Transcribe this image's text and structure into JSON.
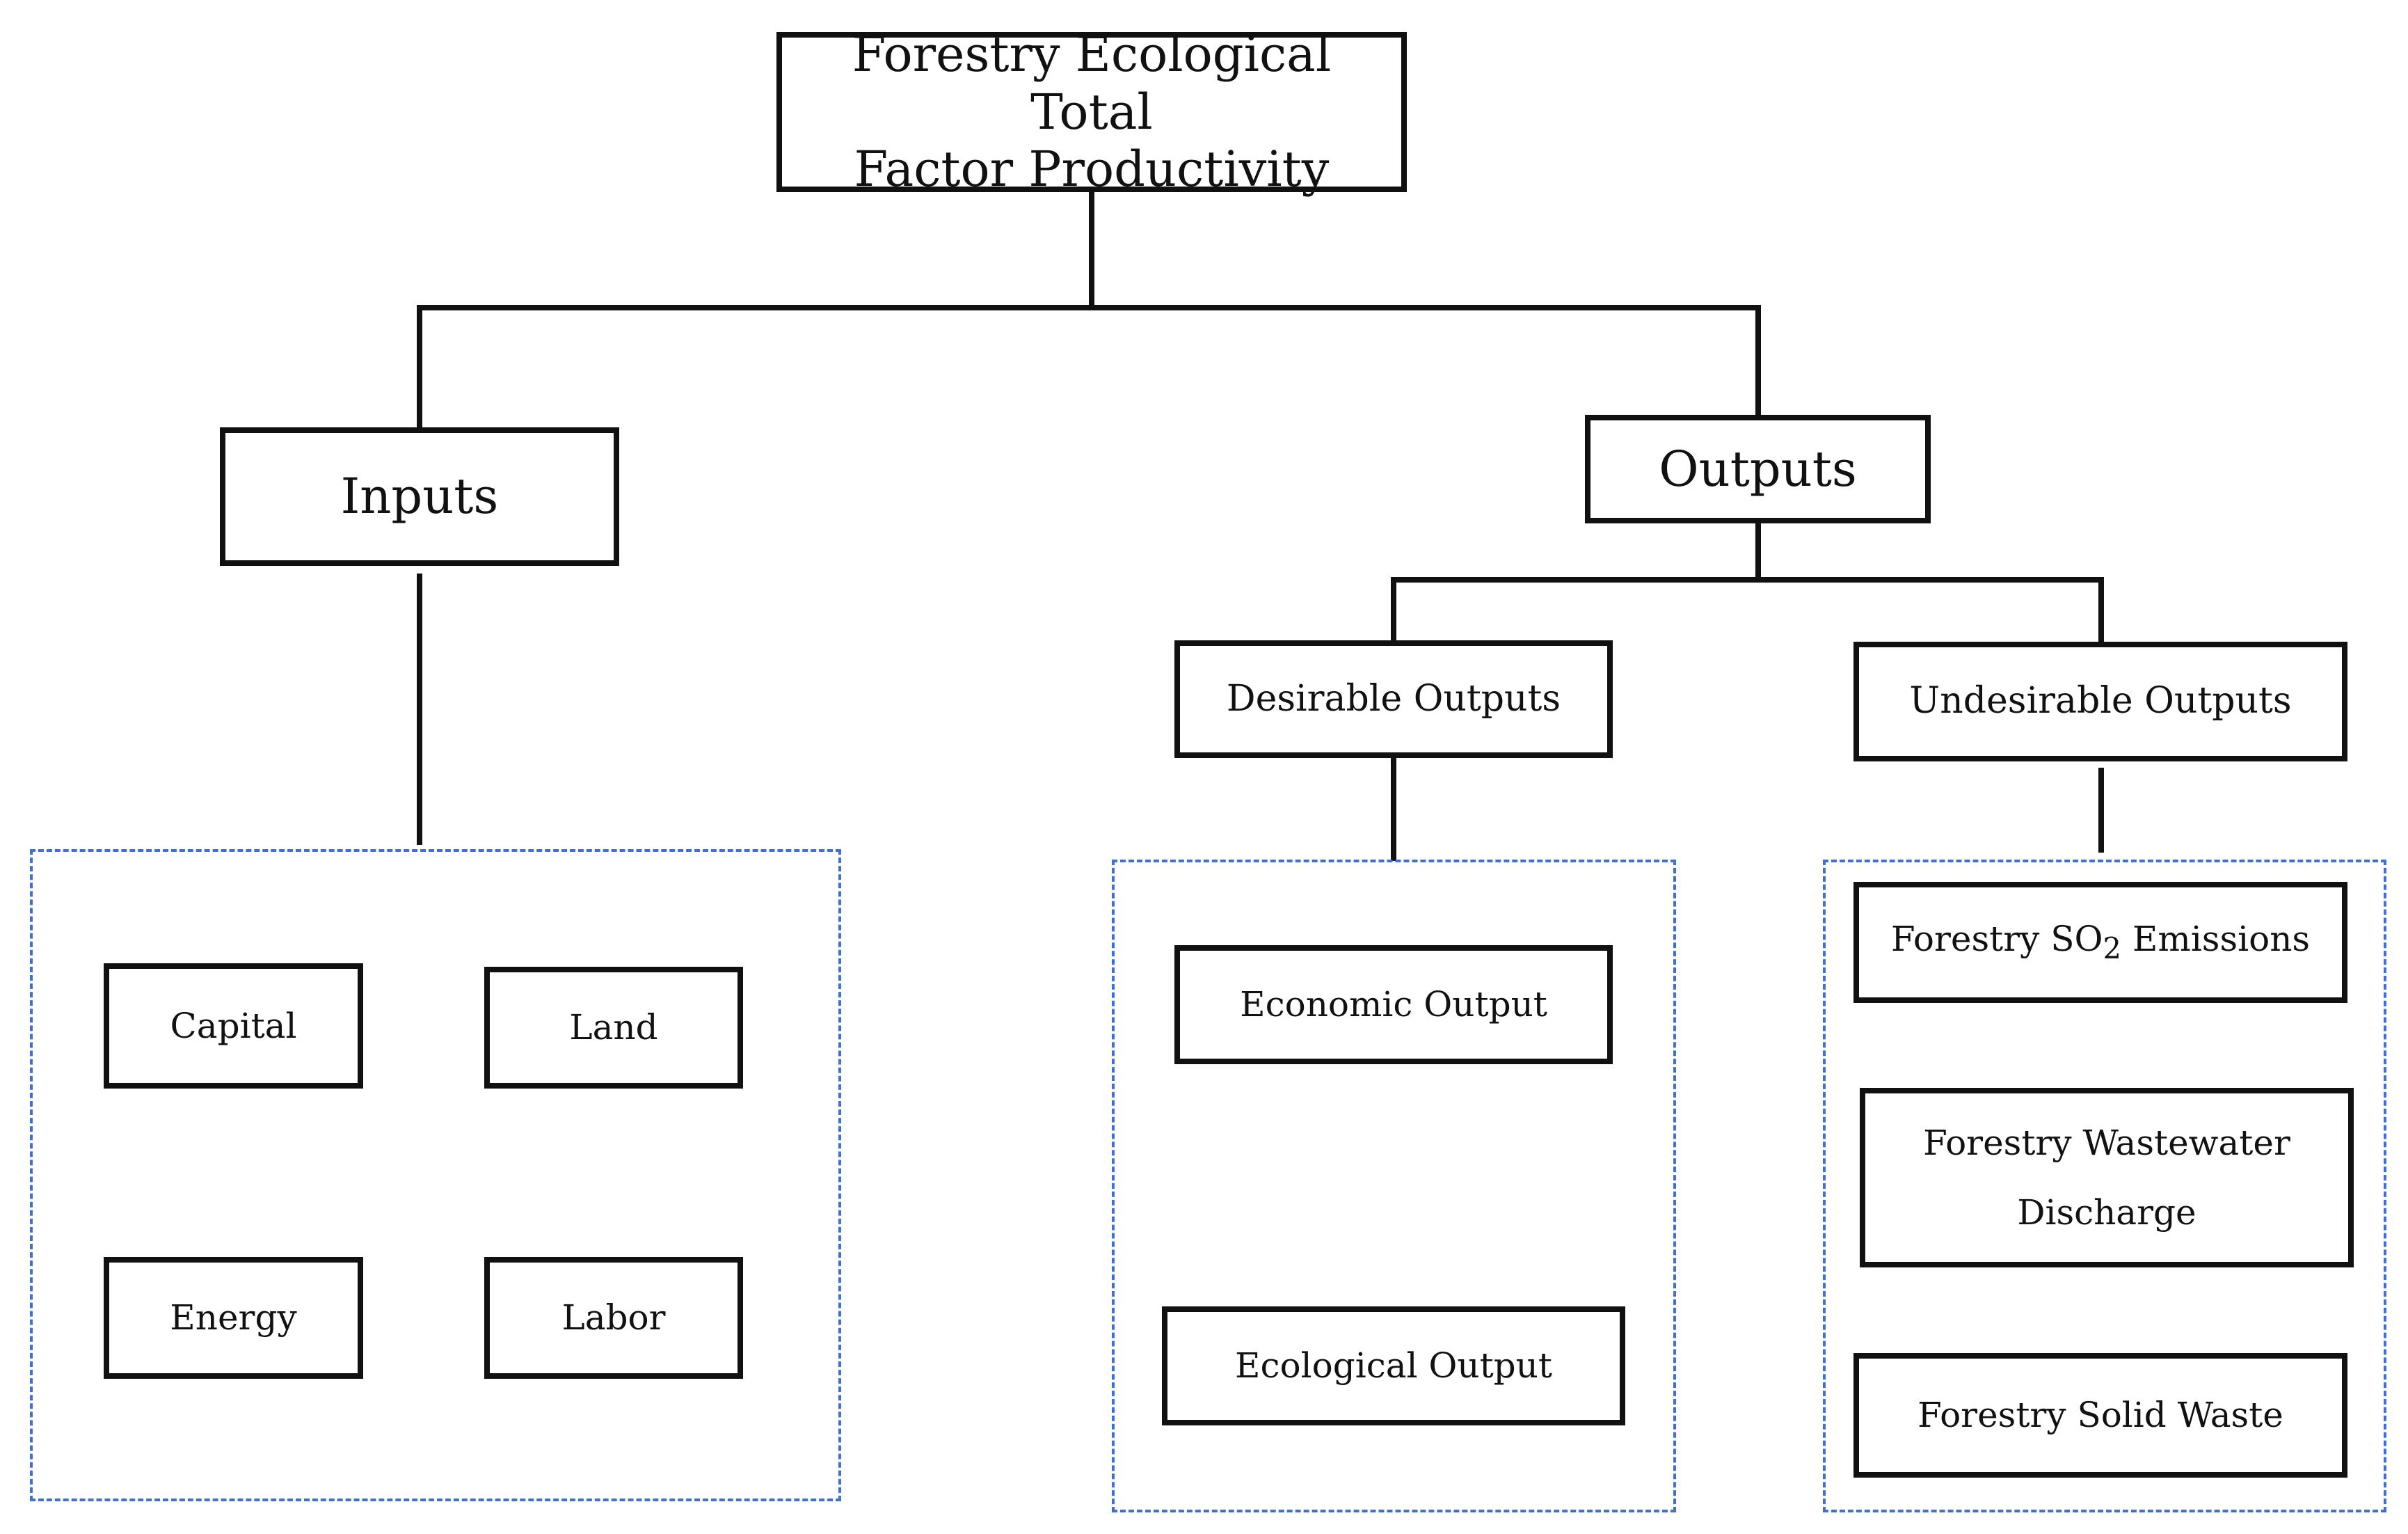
{
  "diagram": {
    "root": {
      "line1": "Forestry Ecological Total",
      "line2": "Factor Productivity"
    },
    "branches": {
      "inputs": "Inputs",
      "outputs": "Outputs"
    },
    "subbranches": {
      "desirable": "Desirable Outputs",
      "undesirable": "Undesirable Outputs"
    },
    "inputs": [
      "Capital",
      "Land",
      "Energy",
      "Labor"
    ],
    "desirable_outputs": [
      "Economic Output",
      "Ecological Output"
    ],
    "undesirable_outputs": {
      "so2_prefix": "Forestry SO",
      "so2_subscript": "2",
      "so2_suffix": " Emissions",
      "wastewater_line1": "Forestry Wastewater",
      "wastewater_line2": "Discharge",
      "solid_waste": "Forestry Solid Waste"
    },
    "colors": {
      "box_border": "#111111",
      "group_border": "#3f70d8",
      "background": "#ffffff"
    }
  }
}
